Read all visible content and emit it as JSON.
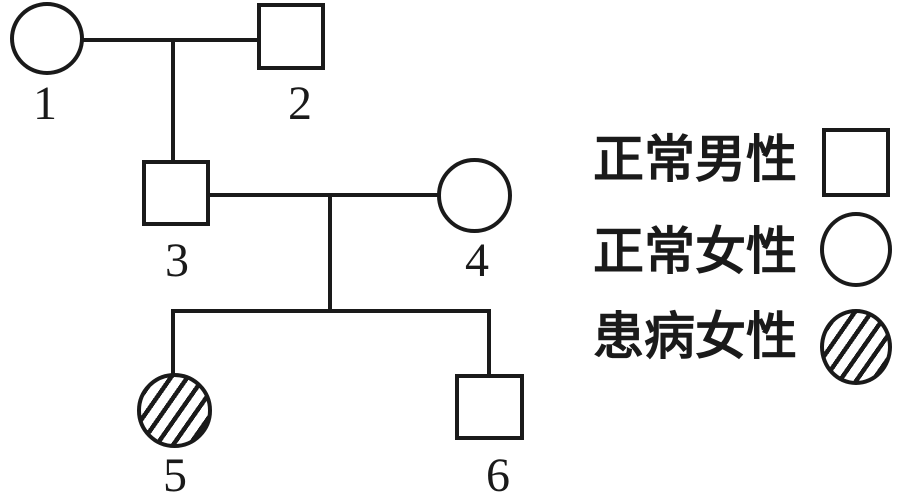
{
  "diagram": {
    "type": "pedigree-chart",
    "individuals": [
      {
        "id": "1",
        "label": "1",
        "sex": "female",
        "affected": false,
        "generation": 1
      },
      {
        "id": "2",
        "label": "2",
        "sex": "male",
        "affected": false,
        "generation": 1
      },
      {
        "id": "3",
        "label": "3",
        "sex": "male",
        "affected": false,
        "generation": 2,
        "child_of": [
          "1",
          "2"
        ]
      },
      {
        "id": "4",
        "label": "4",
        "sex": "female",
        "affected": false,
        "generation": 2
      },
      {
        "id": "5",
        "label": "5",
        "sex": "female",
        "affected": true,
        "generation": 3,
        "child_of": [
          "3",
          "4"
        ]
      },
      {
        "id": "6",
        "label": "6",
        "sex": "male",
        "affected": false,
        "generation": 3,
        "child_of": [
          "3",
          "4"
        ]
      }
    ],
    "couples": [
      [
        "1",
        "2"
      ],
      [
        "3",
        "4"
      ]
    ]
  },
  "legend": {
    "items": [
      {
        "label": "正常男性",
        "symbol": "square-outline",
        "meaning": "normal male"
      },
      {
        "label": "正常女性",
        "symbol": "circle-outline",
        "meaning": "normal female"
      },
      {
        "label": "患病女性",
        "symbol": "circle-hatched",
        "meaning": "affected female"
      }
    ]
  },
  "colors": {
    "ink": "#1a1a1a",
    "background": "#ffffff"
  }
}
